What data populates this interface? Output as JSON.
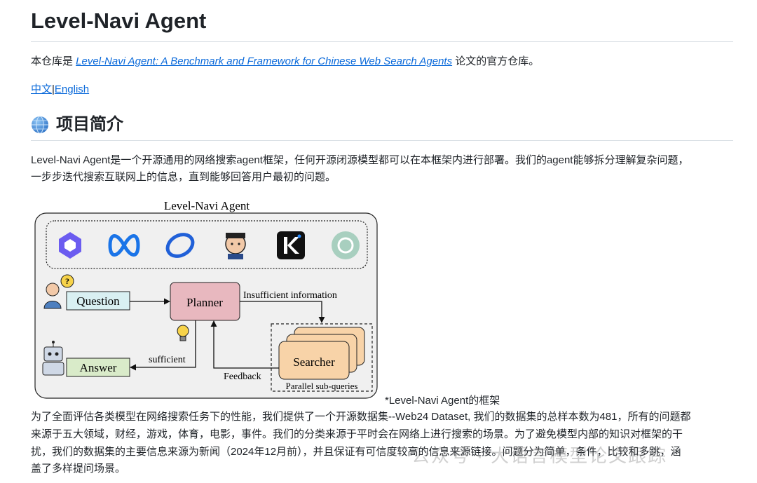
{
  "title": "Level-Navi Agent",
  "intro": {
    "prefix": "本仓库是 ",
    "link": "Level-Navi Agent: A Benchmark and Framework for Chinese Web Search Agents",
    "suffix": " 论文的官方仓库。"
  },
  "lang": {
    "zh": "中文",
    "sep": "|",
    "en": "English"
  },
  "section": {
    "icon": "globe-icon",
    "title": "项目简介"
  },
  "desc": [
    "Level-Navi Agent是一个开源通用的网络搜索agent框架，任何开源闭源模型都可以在本框架内进行部署。我们的agent能够拆分理解复杂问题，",
    "一步步迭代搜索互联网上的信息，直到能够回答用户最初的问题。"
  ],
  "figure": {
    "title": "Level-Navi Agent",
    "question": "Question",
    "planner": "Planner",
    "insufficient": "Insufficient information",
    "sufficient": "sufficient",
    "answer": "Answer",
    "feedback": "Feedback",
    "searcher": "Searcher",
    "parallel": "Parallel sub-queries",
    "model_icons": [
      "qwen-icon",
      "meta-icon",
      "zhipu-icon",
      "person-icon",
      "kimi-icon",
      "openai-icon"
    ],
    "colors": {
      "question": "#d9f0f2",
      "planner": "#e8b8bf",
      "searcher": "#f8d3a8",
      "answer": "#d9ebc9"
    }
  },
  "caption": "*Level-Navi Agent的框架",
  "body": [
    "为了全面评估各类模型在网络搜索任务下的性能，我们提供了一个开源数据集--Web24 Dataset, 我们的数据集的总样本数为481，所有的问题都",
    "来源于五大领域，财经，游戏，体育，电影，事件。我们的分类来源于平时会在网络上进行搜索的场景。为了避免模型内部的知识对框架的干",
    "扰，我们的数据集的主要信息来源为新闻（2024年12月前），并且保证有可信度较高的信息来源链接。问题分为简单，条件，比较和多跳，涵",
    "盖了多样提问场景。"
  ],
  "watermark": "公众号 · 大语言模型论文跟踪"
}
